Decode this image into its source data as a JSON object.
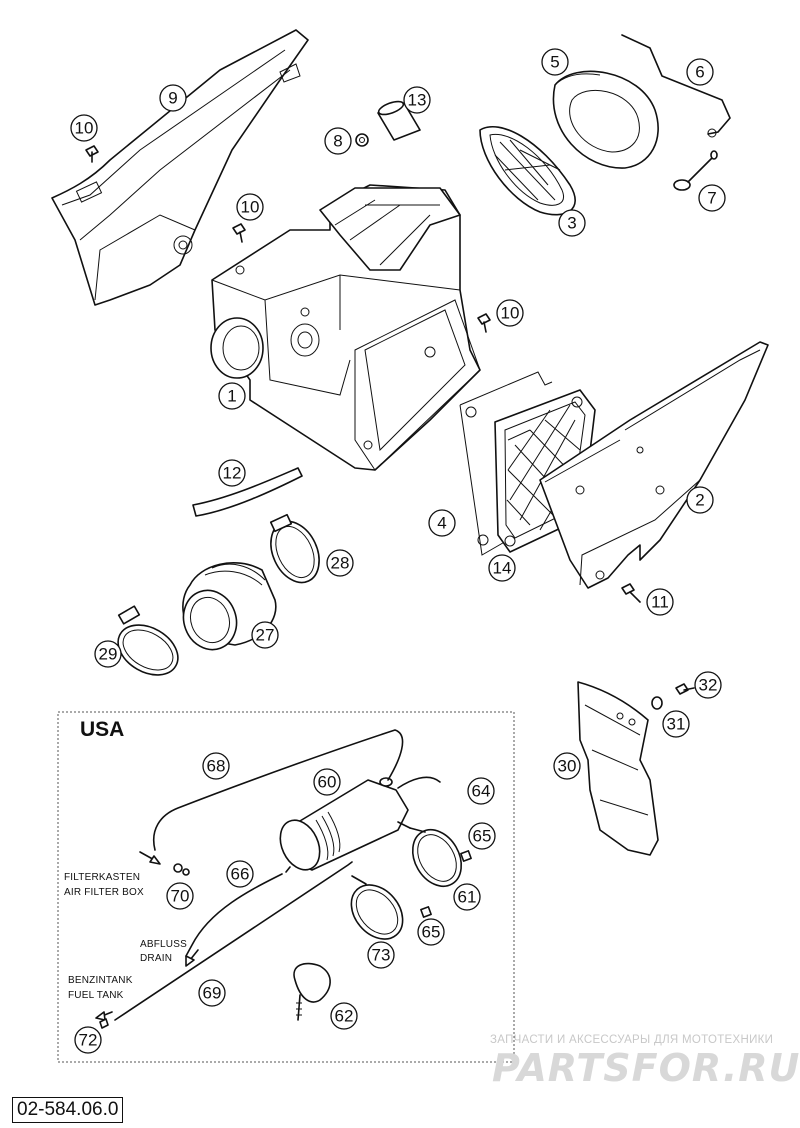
{
  "callouts": [
    {
      "id": "c1",
      "label": "1"
    },
    {
      "id": "c2",
      "label": "2"
    },
    {
      "id": "c3",
      "label": "3"
    },
    {
      "id": "c4",
      "label": "4"
    },
    {
      "id": "c5",
      "label": "5"
    },
    {
      "id": "c6",
      "label": "6"
    },
    {
      "id": "c7",
      "label": "7"
    },
    {
      "id": "c8",
      "label": "8"
    },
    {
      "id": "c9",
      "label": "9"
    },
    {
      "id": "c10a",
      "label": "10"
    },
    {
      "id": "c10b",
      "label": "10"
    },
    {
      "id": "c10c",
      "label": "10"
    },
    {
      "id": "c11",
      "label": "11"
    },
    {
      "id": "c12",
      "label": "12"
    },
    {
      "id": "c13",
      "label": "13"
    },
    {
      "id": "c14",
      "label": "14"
    },
    {
      "id": "c27",
      "label": "27"
    },
    {
      "id": "c28",
      "label": "28"
    },
    {
      "id": "c29",
      "label": "29"
    },
    {
      "id": "c30",
      "label": "30"
    },
    {
      "id": "c31",
      "label": "31"
    },
    {
      "id": "c32",
      "label": "32"
    },
    {
      "id": "c60",
      "label": "60"
    },
    {
      "id": "c61",
      "label": "61"
    },
    {
      "id": "c62",
      "label": "62"
    },
    {
      "id": "c64",
      "label": "64"
    },
    {
      "id": "c65a",
      "label": "65"
    },
    {
      "id": "c65b",
      "label": "65"
    },
    {
      "id": "c66",
      "label": "66"
    },
    {
      "id": "c68",
      "label": "68"
    },
    {
      "id": "c69",
      "label": "69"
    },
    {
      "id": "c70",
      "label": "70"
    },
    {
      "id": "c72",
      "label": "72"
    },
    {
      "id": "c73",
      "label": "73"
    }
  ],
  "usa_box": {
    "title": "USA",
    "notes": {
      "filterkasten": "FILTERKASTEN",
      "air_filter_box": "AIR FILTER BOX",
      "abfluss": "ABFLUSS",
      "drain": "DRAIN",
      "benzintank": "BENZINTANK",
      "fuel_tank": "FUEL TANK"
    }
  },
  "drawing_code": "02-584.06.0",
  "watermark": {
    "subtitle": "ЗАПЧАСТИ И АКСЕССУАРЫ ДЛЯ МОТОТЕХНИКИ",
    "logo": "PARTSFOR.RU"
  }
}
